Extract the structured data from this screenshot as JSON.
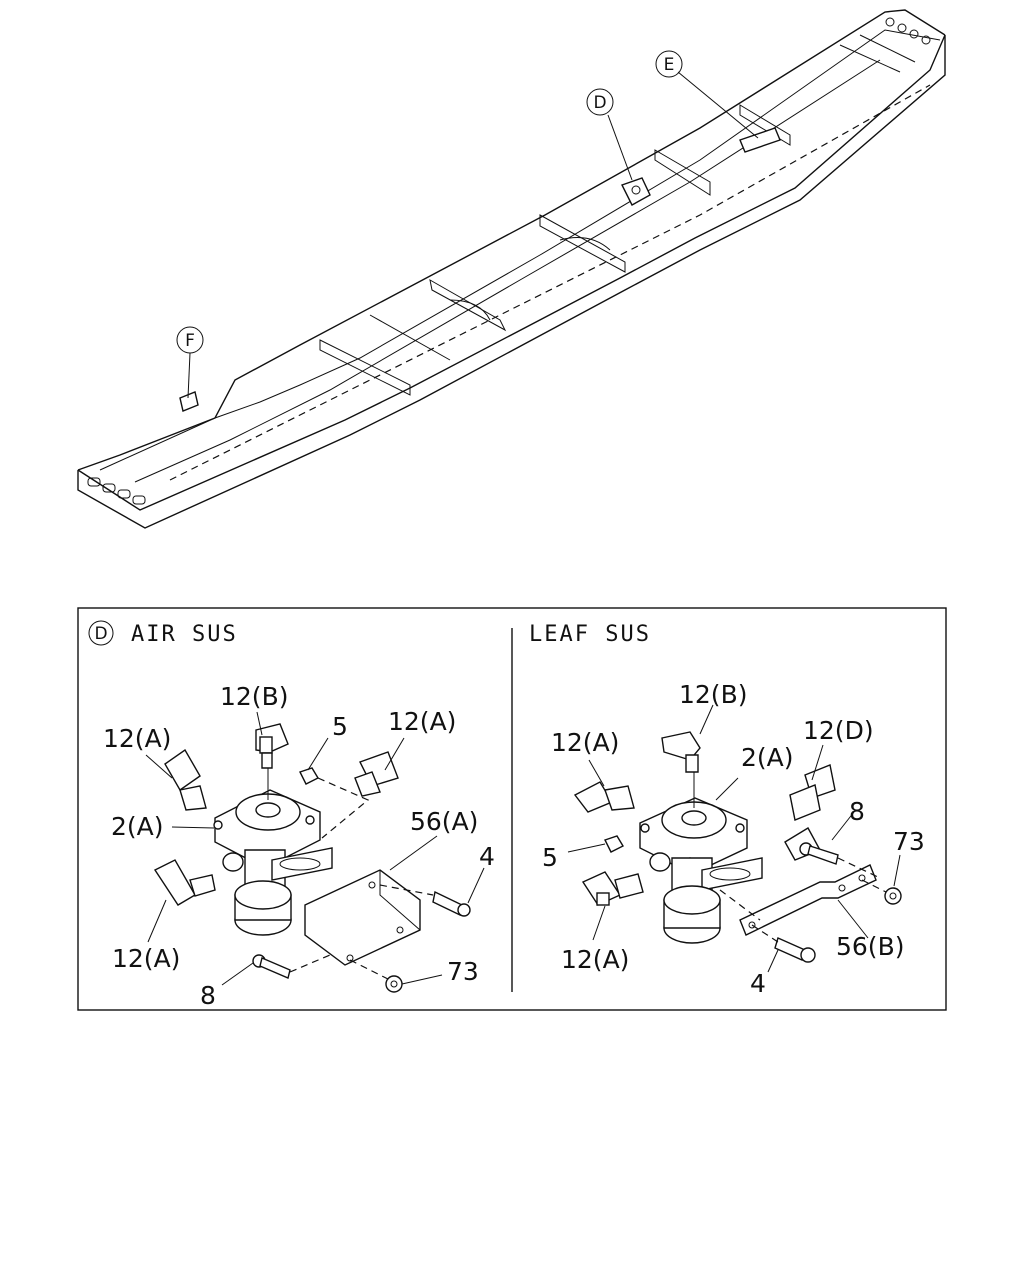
{
  "frame_callouts": {
    "d": "D",
    "e": "E",
    "f": "F"
  },
  "panel_left": {
    "marker": "D",
    "title": "AIR SUS",
    "labels": {
      "p12b": "12(B)",
      "p12a_top_left": "12(A)",
      "p12a_top_right": "12(A)",
      "p5": "5",
      "p2a": "2(A)",
      "p56a": "56(A)",
      "p4": "4",
      "p12a_bottom": "12(A)",
      "p8": "8",
      "p73": "73"
    }
  },
  "panel_right": {
    "title": "LEAF SUS",
    "labels": {
      "p12b": "12(B)",
      "p12a_top": "12(A)",
      "p2a": "2(A)",
      "p12d": "12(D)",
      "p8": "8",
      "p73": "73",
      "p5": "5",
      "p56b": "56(B)",
      "p12a_bottom": "12(A)",
      "p4": "4"
    }
  }
}
